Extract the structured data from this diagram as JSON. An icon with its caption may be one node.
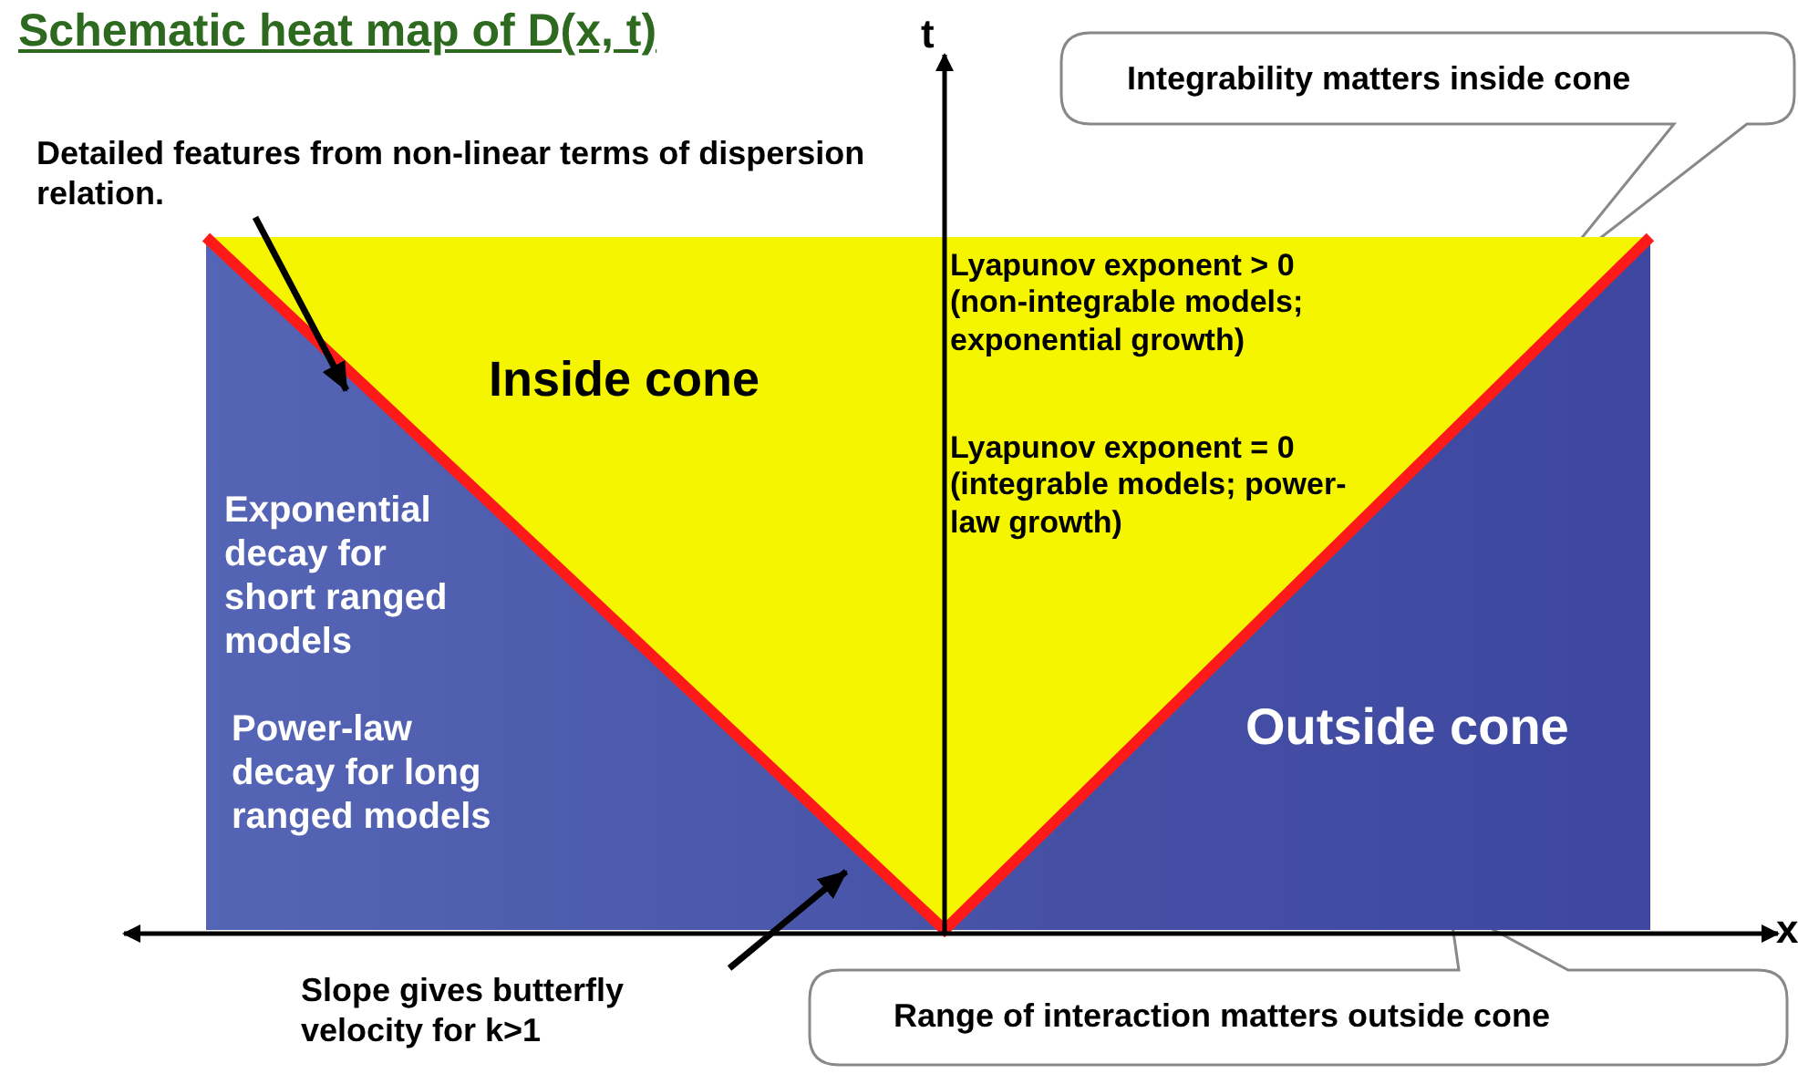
{
  "diagram": {
    "title": "Schematic heat map of D(x, t)",
    "nodes": [
      {
        "text": [
          "Detailed features from non-linear terms of dispersion relation."
        ]
      },
      {
        "text": [
          "Slope gives butterfly velocity for k>1"
        ]
      },
      {
        "text": [
          "Integrability matters inside cone"
        ]
      },
      {
        "text": [
          "Range of interaction matters outside cone"
        ]
      },
      {
        "text": [
          "Exponential decay for short ranged models",
          "Power-law decay for long ranged models",
          "Outside cone"
        ]
      },
      {
        "text": [
          "Inside cone",
          "Lyapunov exponent > 0 (non-integrable models; exponential growth)",
          "Lyapunov exponent = 0 (integrable models; power-law growth)"
        ],
        "in": 4
      }
    ],
    "edges": [
      {
        "from": 0,
        "to": 5,
        "arrow": "to"
      },
      {
        "from": 1,
        "to": 5,
        "arrow": "to"
      }
    ],
    "labels": [
      "t",
      "x"
    ]
  }
}
